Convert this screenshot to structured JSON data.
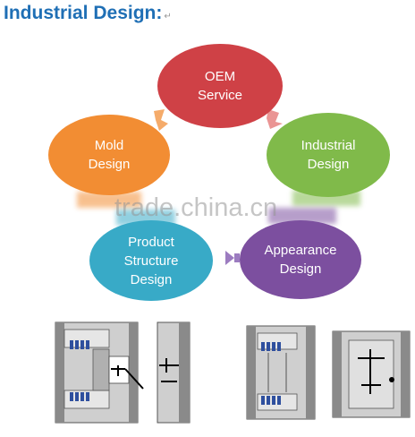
{
  "title": "Industrial Design:",
  "return_mark": "↵",
  "watermark": "trade.china.cn",
  "nodes": [
    {
      "label": "OEM\nService",
      "color": "#cf4146"
    },
    {
      "label": "Industrial\nDesign",
      "color": "#80ba4a"
    },
    {
      "label": "Appearance\nDesign",
      "color": "#7c4f9f"
    },
    {
      "label": "Product\nStructure\nDesign",
      "color": "#38aac7"
    },
    {
      "label": "Mold\nDesign",
      "color": "#f28d33"
    }
  ],
  "arrow_color": "#e88a88",
  "drawings": [
    "mold-drawing-1",
    "mold-drawing-2",
    "mold-drawing-3",
    "mold-drawing-4"
  ]
}
